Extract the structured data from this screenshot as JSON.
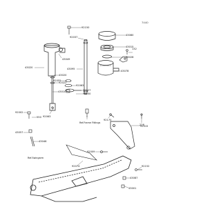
{
  "diagram": {
    "page_id": "7440",
    "labels": {
      "l92150": "92150",
      "l43080": "43080",
      "l92037": "92037",
      "l132": "132",
      "l43015": "43015",
      "l43028": "43028",
      "l43095": "43095",
      "l43078": "43078",
      "l43049": "43049",
      "l43020": "43020",
      "l92022": "92022",
      "l92055": "92055",
      "l92063": "92063",
      "l43010": "43010",
      "l92027": "92027",
      "l92150b": "92150",
      "l92002": "92002",
      "l550": "550",
      "l92063b": "92063",
      "l92170": "92170",
      "l92015": "92015",
      "l226": "226",
      "l43057": "43057",
      "l43046": "43046",
      "l92009": "92009",
      "l92074": "92074",
      "l92152": "92152",
      "l43087": "43087",
      "l43001": "43001",
      "ref_frame": "Ref.Frame Fittings",
      "ref_swingarm": "Ref.Swingarm"
    }
  }
}
